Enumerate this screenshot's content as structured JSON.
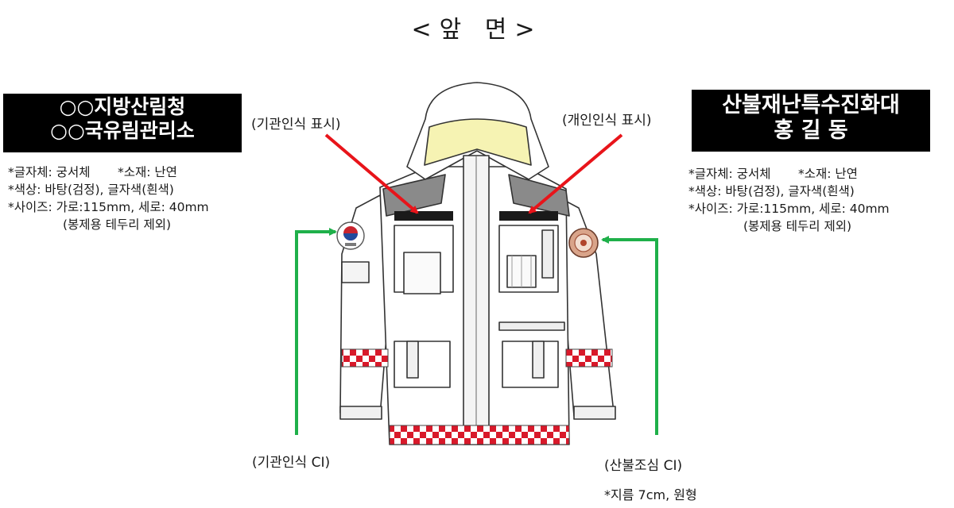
{
  "title": "<앞  면>",
  "org_patch": {
    "line1": "○○지방산림청",
    "line2": "○○국유림관리소"
  },
  "org_spec": {
    "line1": "*글자체: 궁서체       *소재: 난연",
    "line2": "*색상: 바탕(검정), 글자색(흰색)",
    "line3": "*사이즈: 가로:115mm, 세로: 40mm",
    "line4": "              (봉제용 테두리 제외)"
  },
  "name_patch": {
    "line1": "산불재난특수진화대",
    "line2": "홍    길    동"
  },
  "name_spec": {
    "line1": "*글자체: 궁서체       *소재: 난연",
    "line2": "*색상: 바탕(검정), 글자색(흰색)",
    "line3": "*사이즈: 가로:115mm, 세로: 40mm",
    "line4": "              (봉제용 테두리 제외)"
  },
  "callouts": {
    "org_mark": "(기관인식 표시)",
    "personal_mark": "(개인인식 표시)",
    "org_ci": "(기관인식 CI)",
    "fire_ci": "(산불조심 CI)",
    "ci_note": "*지름 7cm, 원형"
  },
  "colors": {
    "arrow_red": "#e8141a",
    "arrow_green": "#1fb04a",
    "reflective_red": "#d8192a",
    "hood_lining": "#f6f3b3",
    "shoulder_gray": "#8a8a8a"
  }
}
